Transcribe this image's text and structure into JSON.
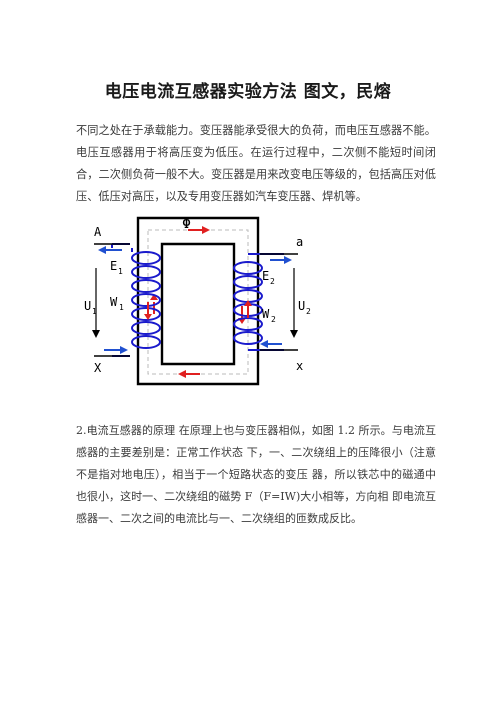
{
  "document": {
    "title": "电压电流互感器实验方法 图文，民熔",
    "paragraph1": "不同之处在于承载能力。变压器能承受很大的负荷，而电压互感器不能。电压互感器用于将高压变为低压。在运行过程中，二次侧不能短时间闭合，二次侧负荷一般不大。变压器是用来改变电压等级的，包括高压对低压、低压对高压，以及专用变压器如汽车变压器、焊机等。",
    "paragraph2": "2.电流互感器的原理 在原理上也与变压器相似，如图 1.2 所示。与电流互感器的主要差别是：正常工作状态 下，一、二次绕组上的压降很小（注意不是指对地电压），相当于一个短路状态的变压 器，所以铁芯中的磁通中也很小，这时一、二次绕组的磁势 F（F=IW)大小相等，方向相 即电流互感器一、二次之间的电流比与一、二次绕组的匝数成反比。"
  },
  "figure": {
    "flux_label": "Φ",
    "terminal_A": "A",
    "terminal_X": "X",
    "terminal_a": "a",
    "terminal_x": "x",
    "label_E1": "E",
    "label_E1_sub": "1",
    "label_W1": "W",
    "label_W1_sub": "1",
    "label_U1": "U",
    "label_U1_sub": "1",
    "label_E2": "E",
    "label_E2_sub": "2",
    "label_W2": "W",
    "label_W2_sub": "2",
    "label_U2": "U",
    "label_U2_sub": "2",
    "colors": {
      "core": "#000000",
      "coil": "#1a1acc",
      "arrow_red": "#e02020",
      "arrow_blue": "#2050d0",
      "flux_path": "#c0c0c0"
    }
  }
}
